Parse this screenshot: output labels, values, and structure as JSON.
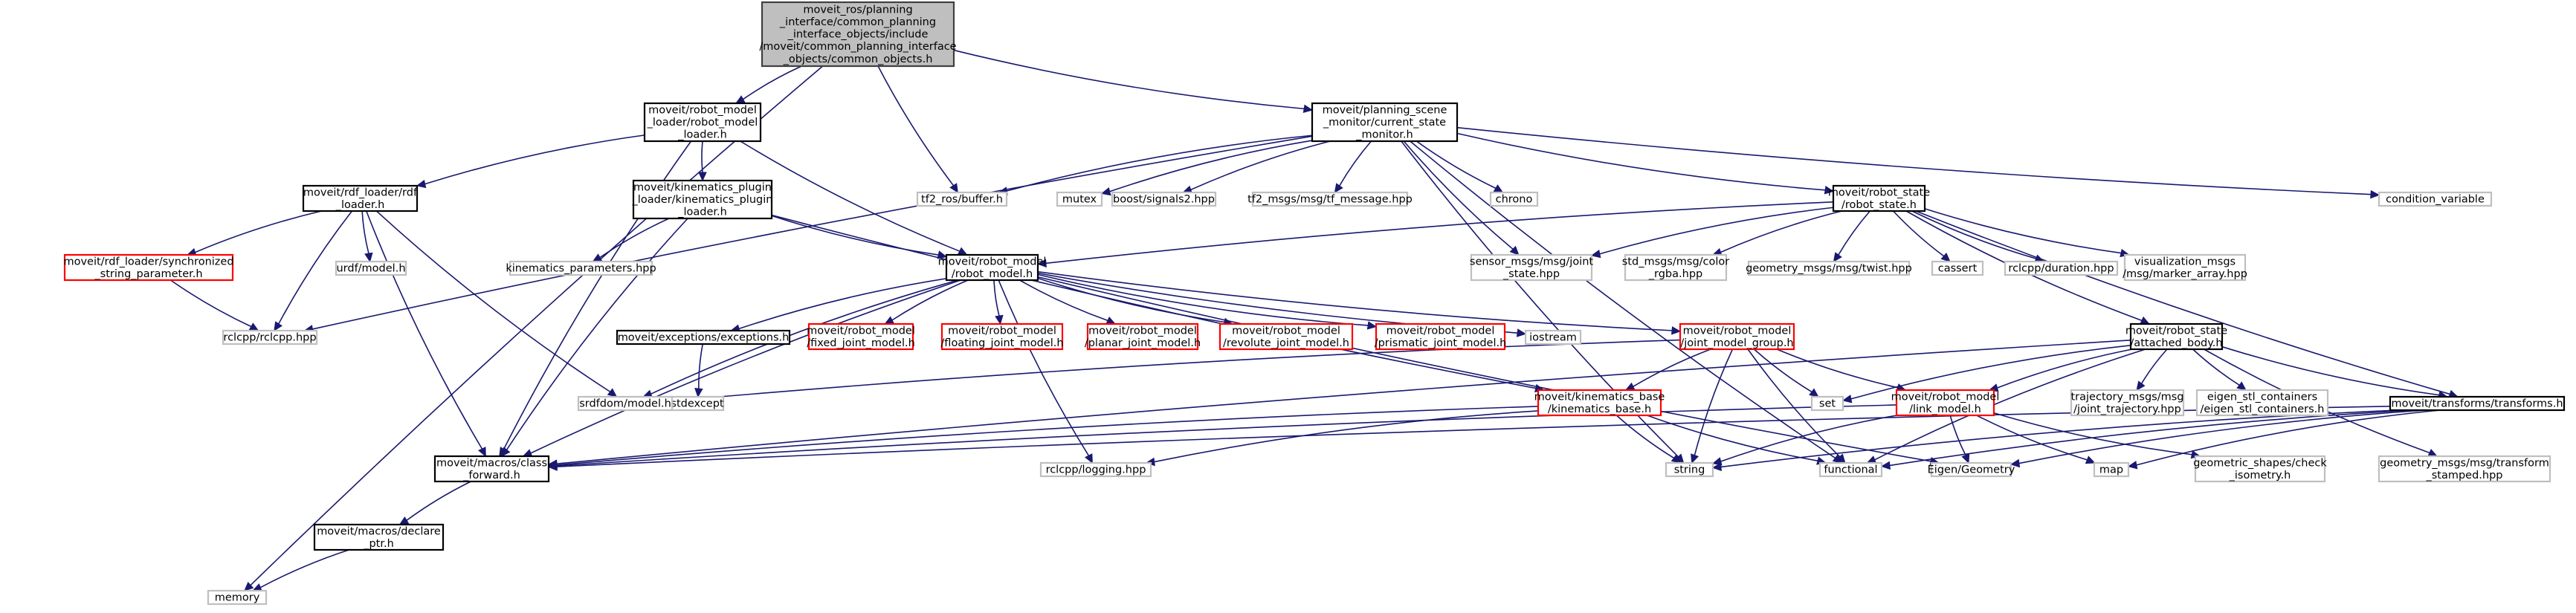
{
  "diagram": {
    "colors": {
      "root_fill": "#bfbfbf",
      "node_border": "#000000",
      "node_with_hidden_deps_border": "#ff0000",
      "external_border": "#bfbfbf",
      "edge": "#191970"
    },
    "nodes": {
      "root": {
        "lines": [
          "moveit_ros/planning",
          "_interface/common_planning",
          "_interface_objects/include",
          "/moveit/common_planning_interface",
          "_objects/common_objects.h"
        ],
        "kind": "root"
      },
      "rml": {
        "lines": [
          "moveit/robot_model",
          "_loader/robot_model",
          "_loader.h"
        ],
        "kind": "doc"
      },
      "psm": {
        "lines": [
          "moveit/planning_scene",
          "_monitor/current_state",
          "_monitor.h"
        ],
        "kind": "doc"
      },
      "rdf": {
        "lines": [
          "moveit/rdf_loader/rdf",
          "_loader.h"
        ],
        "kind": "doc"
      },
      "kpl": {
        "lines": [
          "moveit/kinematics_plugin",
          "_loader/kinematics_plugin",
          "_loader.h"
        ],
        "kind": "doc"
      },
      "rs": {
        "lines": [
          "moveit/robot_state",
          "/robot_state.h"
        ],
        "kind": "doc"
      },
      "sync": {
        "lines": [
          "moveit/rdf_loader/synchronized",
          "_string_parameter.h"
        ],
        "kind": "hasdeps"
      },
      "urdf": {
        "lines": [
          "urdf/model.h"
        ],
        "kind": "external"
      },
      "kparams": {
        "lines": [
          "kinematics_parameters.hpp"
        ],
        "kind": "external"
      },
      "rm": {
        "lines": [
          "moveit/robot_model",
          "/robot_model.h"
        ],
        "kind": "doc"
      },
      "rclcpp": {
        "lines": [
          "rclcpp/rclcpp.hpp"
        ],
        "kind": "external"
      },
      "tf2buf": {
        "lines": [
          "tf2_ros/buffer.h"
        ],
        "kind": "external"
      },
      "mutex": {
        "lines": [
          "mutex"
        ],
        "kind": "external"
      },
      "boostsig": {
        "lines": [
          "boost/signals2.hpp"
        ],
        "kind": "external"
      },
      "tf2msg": {
        "lines": [
          "tf2_msgs/msg/tf_message.hpp"
        ],
        "kind": "external"
      },
      "chrono": {
        "lines": [
          "chrono"
        ],
        "kind": "external"
      },
      "condvar": {
        "lines": [
          "condition_variable"
        ],
        "kind": "external"
      },
      "sensor": {
        "lines": [
          "sensor_msgs/msg/joint",
          "_state.hpp"
        ],
        "kind": "external"
      },
      "stdcolor": {
        "lines": [
          "std_msgs/msg/color",
          "_rgba.hpp"
        ],
        "kind": "external"
      },
      "twist": {
        "lines": [
          "geometry_msgs/msg/twist.hpp"
        ],
        "kind": "external"
      },
      "cassert": {
        "lines": [
          "cassert"
        ],
        "kind": "external"
      },
      "duration": {
        "lines": [
          "rclcpp/duration.hpp"
        ],
        "kind": "external"
      },
      "vis": {
        "lines": [
          "visualization_msgs",
          "/msg/marker_array.hpp"
        ],
        "kind": "external"
      },
      "exc": {
        "lines": [
          "moveit/exceptions/exceptions.h"
        ],
        "kind": "doc"
      },
      "fixed": {
        "lines": [
          "moveit/robot_model",
          "/fixed_joint_model.h"
        ],
        "kind": "hasdeps"
      },
      "floating": {
        "lines": [
          "moveit/robot_model",
          "/floating_joint_model.h"
        ],
        "kind": "hasdeps"
      },
      "planar": {
        "lines": [
          "moveit/robot_model",
          "/planar_joint_model.h"
        ],
        "kind": "hasdeps"
      },
      "revolute": {
        "lines": [
          "moveit/robot_model",
          "/revolute_joint_model.h"
        ],
        "kind": "hasdeps"
      },
      "prismatic": {
        "lines": [
          "moveit/robot_model",
          "/prismatic_joint_model.h"
        ],
        "kind": "hasdeps"
      },
      "iostream": {
        "lines": [
          "iostream"
        ],
        "kind": "external"
      },
      "jmg": {
        "lines": [
          "moveit/robot_model",
          "/joint_model_group.h"
        ],
        "kind": "hasdeps"
      },
      "ab": {
        "lines": [
          "moveit/robot_state",
          "/attached_body.h"
        ],
        "kind": "doc"
      },
      "stdexcept": {
        "lines": [
          "stdexcept"
        ],
        "kind": "external"
      },
      "srdf": {
        "lines": [
          "srdfdom/model.h"
        ],
        "kind": "external"
      },
      "kb": {
        "lines": [
          "moveit/kinematics_base",
          "/kinematics_base.h"
        ],
        "kind": "hasdeps"
      },
      "set": {
        "lines": [
          "set"
        ],
        "kind": "external"
      },
      "lm": {
        "lines": [
          "moveit/robot_model",
          "/link_model.h"
        ],
        "kind": "hasdeps"
      },
      "traj": {
        "lines": [
          "trajectory_msgs/msg",
          "/joint_trajectory.hpp"
        ],
        "kind": "external"
      },
      "eigenstl": {
        "lines": [
          "eigen_stl_containers",
          "/eigen_stl_containers.h"
        ],
        "kind": "external"
      },
      "tt": {
        "lines": [
          "moveit/transforms/transforms.h"
        ],
        "kind": "doc"
      },
      "cf": {
        "lines": [
          "moveit/macros/class",
          "_forward.h"
        ],
        "kind": "doc"
      },
      "rclog": {
        "lines": [
          "rclcpp/logging.hpp"
        ],
        "kind": "external"
      },
      "string": {
        "lines": [
          "string"
        ],
        "kind": "external"
      },
      "functional": {
        "lines": [
          "functional"
        ],
        "kind": "external"
      },
      "eigengeo": {
        "lines": [
          "Eigen/Geometry"
        ],
        "kind": "external"
      },
      "map": {
        "lines": [
          "map"
        ],
        "kind": "external"
      },
      "geoshapes": {
        "lines": [
          "geometric_shapes/check",
          "_isometry.h"
        ],
        "kind": "external"
      },
      "geotf": {
        "lines": [
          "geometry_msgs/msg/transform",
          "_stamped.hpp"
        ],
        "kind": "external"
      },
      "decl": {
        "lines": [
          "moveit/macros/declare",
          "_ptr.h"
        ],
        "kind": "doc"
      },
      "memory": {
        "lines": [
          "memory"
        ],
        "kind": "external"
      }
    },
    "edges": [
      [
        "root",
        "rml"
      ],
      [
        "root",
        "psm"
      ],
      [
        "root",
        "tf2buf"
      ],
      [
        "root",
        "memory"
      ],
      [
        "rml",
        "rdf"
      ],
      [
        "rml",
        "kpl"
      ],
      [
        "rml",
        "rm"
      ],
      [
        "rml",
        "cf"
      ],
      [
        "psm",
        "rclcpp"
      ],
      [
        "psm",
        "tf2buf"
      ],
      [
        "psm",
        "mutex"
      ],
      [
        "psm",
        "boostsig"
      ],
      [
        "psm",
        "tf2msg"
      ],
      [
        "psm",
        "chrono"
      ],
      [
        "psm",
        "condvar"
      ],
      [
        "psm",
        "rs"
      ],
      [
        "psm",
        "sensor"
      ],
      [
        "psm",
        "string"
      ],
      [
        "psm",
        "functional"
      ],
      [
        "rdf",
        "sync"
      ],
      [
        "rdf",
        "urdf"
      ],
      [
        "rdf",
        "rclcpp"
      ],
      [
        "rdf",
        "srdf"
      ],
      [
        "rdf",
        "cf"
      ],
      [
        "sync",
        "rclcpp"
      ],
      [
        "kpl",
        "kparams"
      ],
      [
        "kpl",
        "rm"
      ],
      [
        "kpl",
        "kb"
      ],
      [
        "kpl",
        "cf"
      ],
      [
        "rs",
        "rm"
      ],
      [
        "rs",
        "sensor"
      ],
      [
        "rs",
        "stdcolor"
      ],
      [
        "rs",
        "twist"
      ],
      [
        "rs",
        "cassert"
      ],
      [
        "rs",
        "duration"
      ],
      [
        "rs",
        "vis"
      ],
      [
        "rs",
        "ab"
      ],
      [
        "rs",
        "tt"
      ],
      [
        "rm",
        "exc"
      ],
      [
        "rm",
        "fixed"
      ],
      [
        "rm",
        "floating"
      ],
      [
        "rm",
        "planar"
      ],
      [
        "rm",
        "revolute"
      ],
      [
        "rm",
        "prismatic"
      ],
      [
        "rm",
        "iostream"
      ],
      [
        "rm",
        "jmg"
      ],
      [
        "rm",
        "srdf"
      ],
      [
        "rm",
        "cf"
      ],
      [
        "rm",
        "rclog"
      ],
      [
        "rm",
        "eigengeo"
      ],
      [
        "exc",
        "stdexcept"
      ],
      [
        "jmg",
        "kb"
      ],
      [
        "jmg",
        "lm"
      ],
      [
        "jmg",
        "srdf"
      ],
      [
        "jmg",
        "set"
      ],
      [
        "jmg",
        "string"
      ],
      [
        "jmg",
        "functional"
      ],
      [
        "ab",
        "set"
      ],
      [
        "ab",
        "lm"
      ],
      [
        "ab",
        "traj"
      ],
      [
        "ab",
        "eigenstl"
      ],
      [
        "ab",
        "tt"
      ],
      [
        "ab",
        "geotf"
      ],
      [
        "ab",
        "cf"
      ],
      [
        "ab",
        "functional"
      ],
      [
        "kb",
        "cf"
      ],
      [
        "kb",
        "rclog"
      ],
      [
        "kb",
        "string"
      ],
      [
        "kb",
        "functional"
      ],
      [
        "lm",
        "cf"
      ],
      [
        "lm",
        "string"
      ],
      [
        "lm",
        "eigengeo"
      ],
      [
        "lm",
        "map"
      ],
      [
        "lm",
        "geoshapes"
      ],
      [
        "tt",
        "cf"
      ],
      [
        "tt",
        "string"
      ],
      [
        "tt",
        "functional"
      ],
      [
        "tt",
        "eigengeo"
      ],
      [
        "tt",
        "map"
      ],
      [
        "cf",
        "decl"
      ],
      [
        "decl",
        "memory"
      ]
    ]
  }
}
